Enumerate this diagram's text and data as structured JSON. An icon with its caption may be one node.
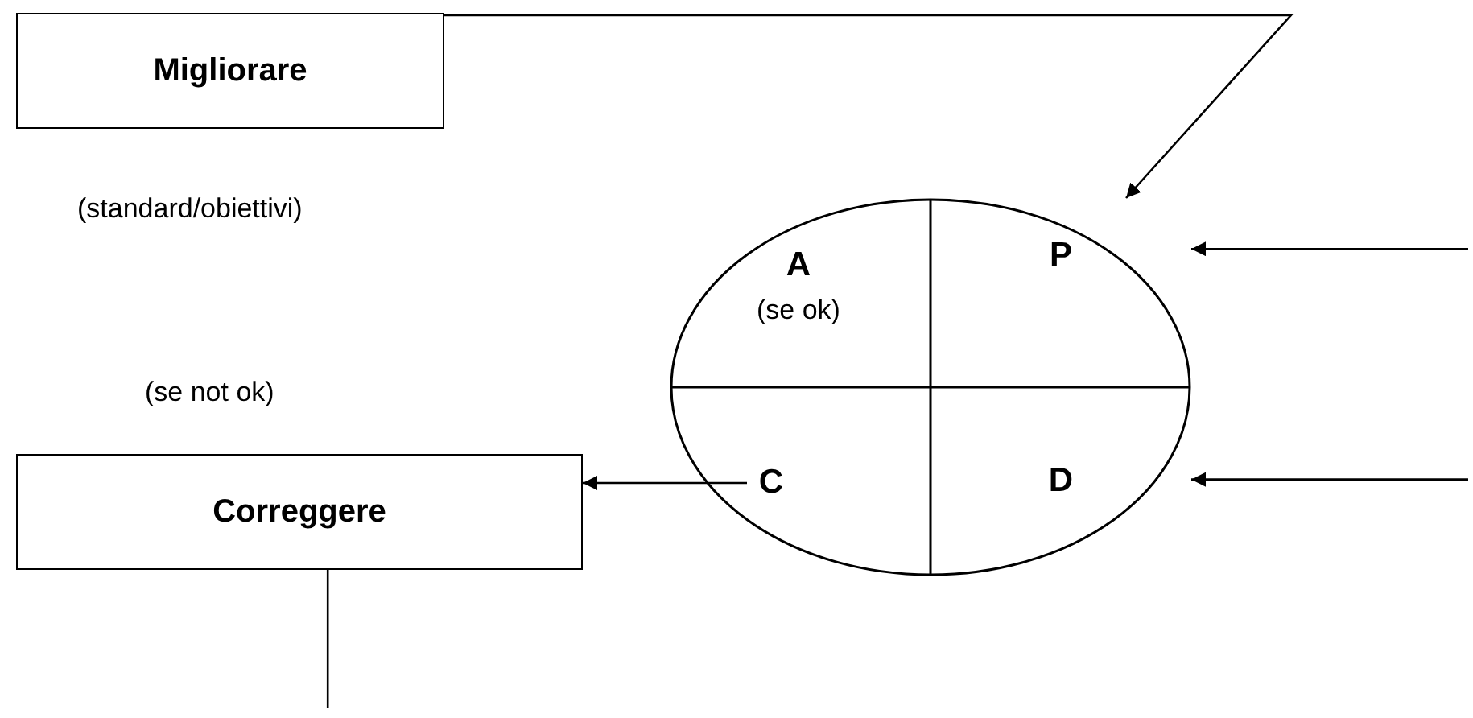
{
  "diagram": {
    "nodes": [
      {
        "text": [
          "Migliorare"
        ],
        "beside": [
          "(standard/obiettivi)"
        ]
      },
      {
        "text": [],
        "shape": "circle"
      },
      {
        "text": [
          "A",
          "(se ok)"
        ],
        "in": 1
      },
      {
        "text": [
          "P"
        ],
        "in": 1
      },
      {
        "text": [
          "C"
        ],
        "in": 1
      },
      {
        "text": [
          "D"
        ],
        "in": 1
      },
      {
        "text": [
          "Correggere"
        ],
        "beside": [
          "(se not ok)"
        ]
      }
    ],
    "edges": [
      {
        "from": 0,
        "to": 3,
        "arrow": "to"
      },
      {
        "from": null,
        "to": 3,
        "arrow": "to"
      },
      {
        "from": null,
        "to": 5,
        "arrow": "to"
      },
      {
        "from": 4,
        "to": 6,
        "arrow": "to"
      },
      {
        "from": 6,
        "to": null,
        "arrow": "none"
      }
    ]
  }
}
